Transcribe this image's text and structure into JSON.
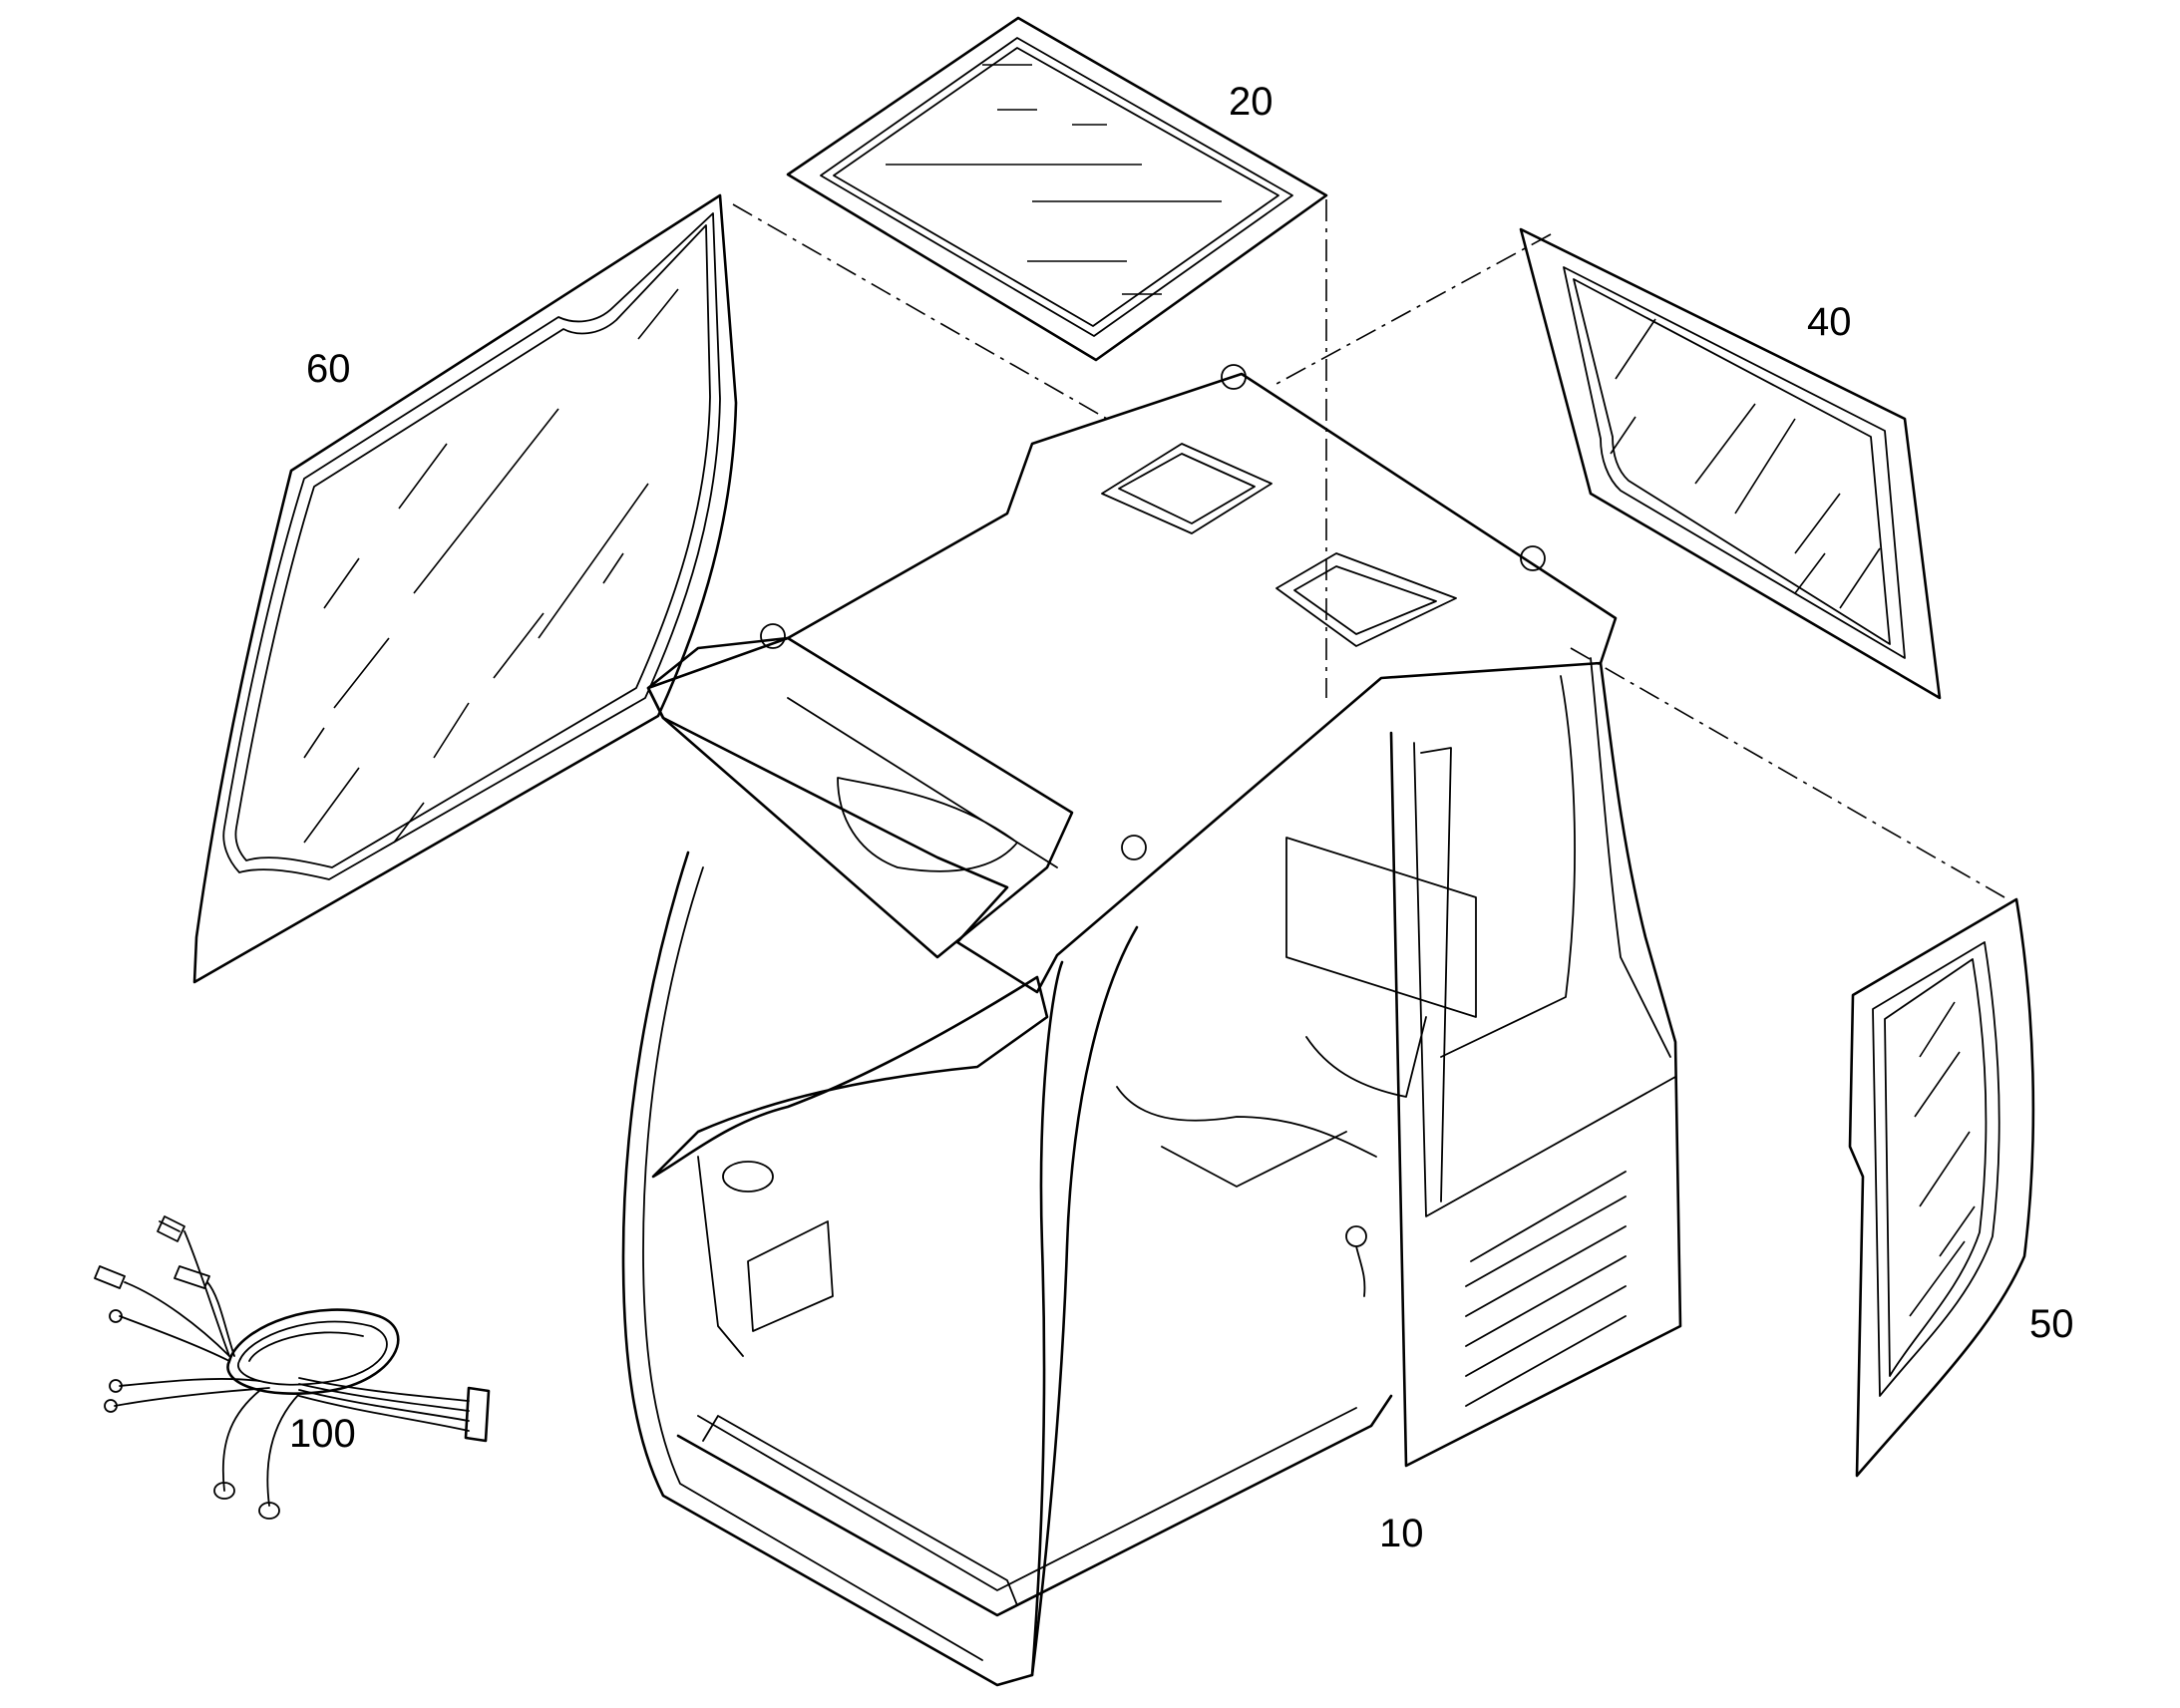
{
  "diagram": {
    "callouts": {
      "part_10": "10",
      "part_20": "20",
      "part_40": "40",
      "part_50": "50",
      "part_60": "60",
      "part_100": "100"
    },
    "colors": {
      "line": "#000000",
      "background": "#ffffff"
    }
  }
}
